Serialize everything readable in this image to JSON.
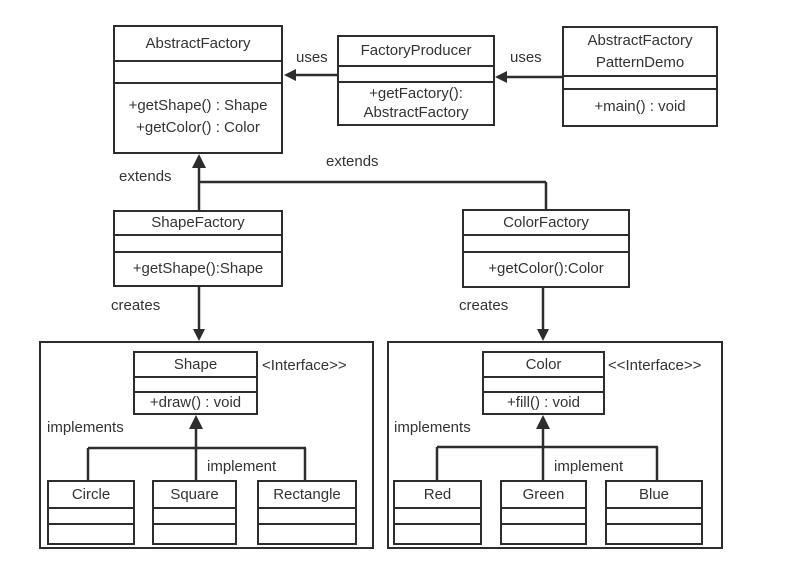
{
  "classes": {
    "abstract_factory": {
      "name": "AbstractFactory",
      "methods": [
        "+getShape() : Shape",
        "+getColor() : Color"
      ]
    },
    "factory_producer": {
      "name": "FactoryProducer",
      "method_lines": [
        "+getFactory():",
        "AbstractFactory"
      ]
    },
    "pattern_demo": {
      "name_lines": [
        "AbstractFactory",
        "PatternDemo"
      ],
      "methods": [
        "+main() : void"
      ]
    },
    "shape_factory": {
      "name": "ShapeFactory",
      "methods": [
        "+getShape():Shape"
      ]
    },
    "color_factory": {
      "name": "ColorFactory",
      "methods": [
        "+getColor():Color"
      ]
    },
    "shape_interface": {
      "name": "Shape",
      "stereotype": "<Interface>>",
      "methods": [
        "+draw() : void"
      ]
    },
    "color_interface": {
      "name": "Color",
      "stereotype": "<<Interface>>",
      "methods": [
        "+fill() : void"
      ]
    },
    "shape_implementations": [
      "Circle",
      "Square",
      "Rectangle"
    ],
    "color_implementations": [
      "Red",
      "Green",
      "Blue"
    ]
  },
  "relationship_labels": {
    "producer_uses_abstract": "uses",
    "demo_uses_producer": "uses",
    "shapefactory_extends": "extends",
    "colorfactory_extends": "extends",
    "shapefactory_creates": "creates",
    "colorfactory_creates": "creates",
    "shape_implements": "implements",
    "color_implements": "implements",
    "shape_implement": "implement",
    "color_implement": "implement"
  },
  "colors": {
    "line": "#2d2d2d",
    "text": "#333333",
    "background": "#ffffff"
  }
}
